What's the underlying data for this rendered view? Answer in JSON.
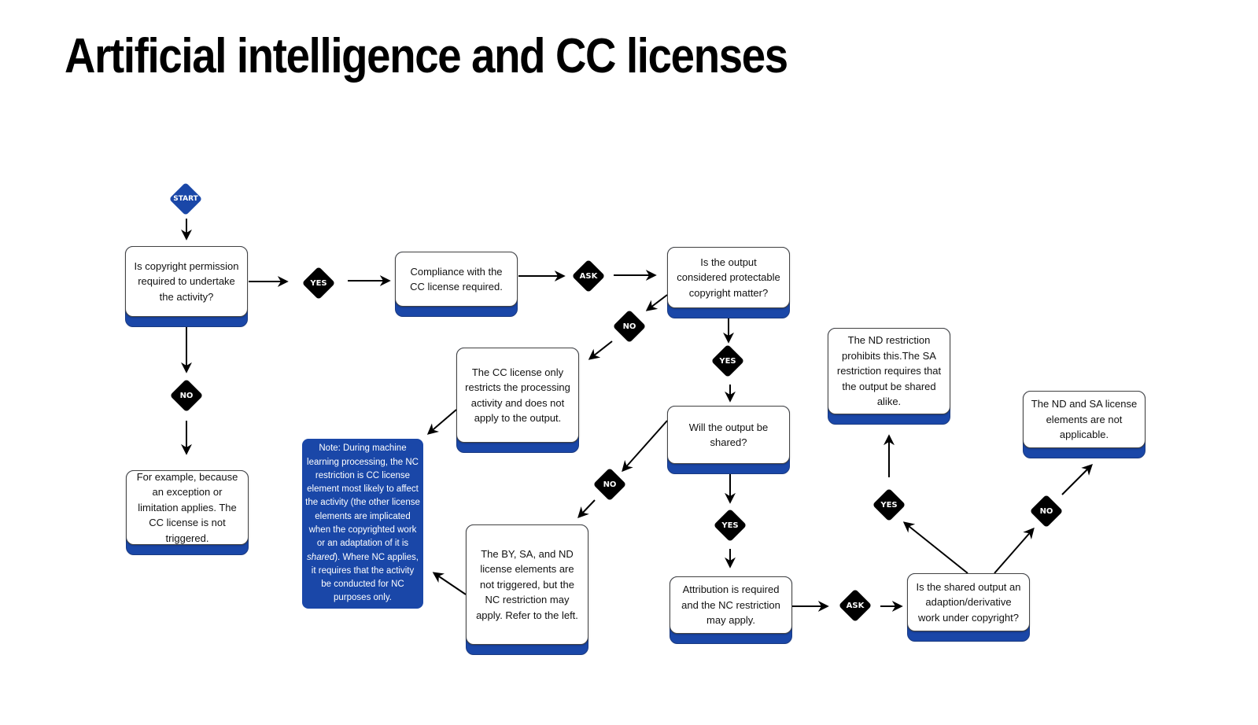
{
  "title": "Artificial intelligence and CC licenses",
  "colors": {
    "accent_blue": "#1a47a8",
    "decision_black": "#000000",
    "card_bg": "#ffffff"
  },
  "nodes": {
    "start": "START",
    "q_permission": "Is copyright permission required to undertake the activity?",
    "example_exception": "For example, because an exception or limitation applies. The CC license is not triggered.",
    "compliance": "Compliance with the CC license required.",
    "q_protectable": "Is the output considered protectable copyright matter?",
    "only_processing": "The CC license only restricts the processing activity and does not apply to the output.",
    "note_prefix": "Note: During machine learning processing, the NC restriction is CC license element most likely to affect the activity (the other license elements are implicated when the copyrighted work or an adaptation of it is ",
    "note_italic": "shared",
    "note_suffix": "). Where NC applies, it requires that the activity be conducted for NC purposes only.",
    "q_shared": "Will the output be shared?",
    "by_sa_nd_not_triggered": "The BY, SA, and ND license elements are not triggered, but the NC restriction may apply. Refer to the left.",
    "attribution_required": "Attribution is required and the NC restriction may apply.",
    "q_derivative": "Is the shared output an adaption/derivative work under copyright?",
    "nd_sa_restriction": "The ND restriction prohibits this.The SA restriction requires that the output be shared alike.",
    "nd_sa_not_applicable": "The ND and SA license elements are not applicable."
  },
  "decisions": {
    "yes": "YES",
    "no": "NO",
    "ask": "ASK"
  }
}
